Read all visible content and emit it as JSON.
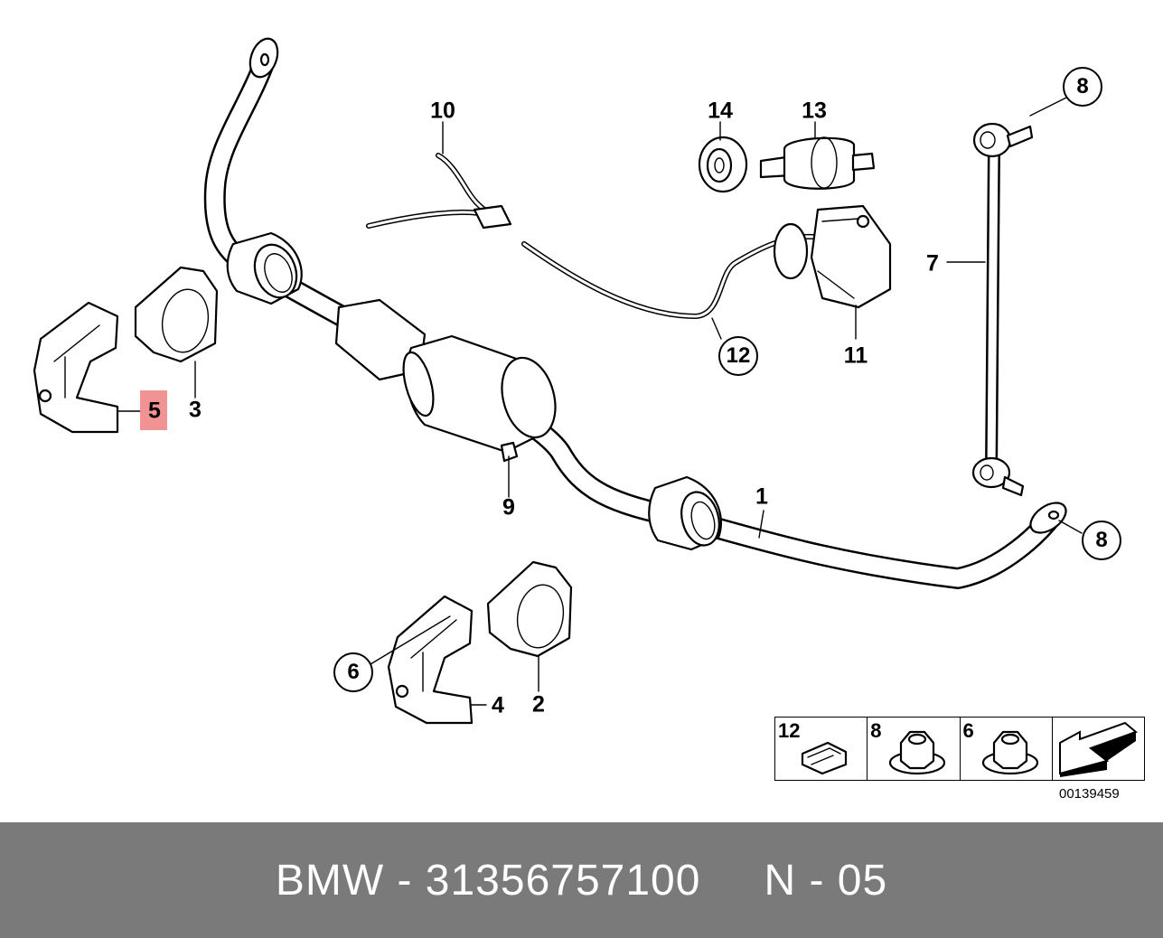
{
  "callouts": {
    "p1": "1",
    "p2": "2",
    "p3": "3",
    "p4": "4",
    "p5": "5",
    "p6": "6",
    "p7": "7",
    "p8a": "8",
    "p8b": "8",
    "p9": "9",
    "p10": "10",
    "p11": "11",
    "p12": "12",
    "p13": "13",
    "p14": "14"
  },
  "legend": [
    {
      "number": "12",
      "icon": "clip-icon"
    },
    {
      "number": "8",
      "icon": "flange-nut-icon"
    },
    {
      "number": "6",
      "icon": "flange-nut-icon"
    },
    {
      "number": "",
      "icon": "arrow-icon"
    }
  ],
  "diagram_id": "00139459",
  "footer": {
    "part_label": "BMW - 31356757100",
    "position_label": "N - 05"
  },
  "colors": {
    "highlight": "#f08080",
    "footer_bg": "#7a7a7a",
    "footer_text": "#ffffff"
  }
}
